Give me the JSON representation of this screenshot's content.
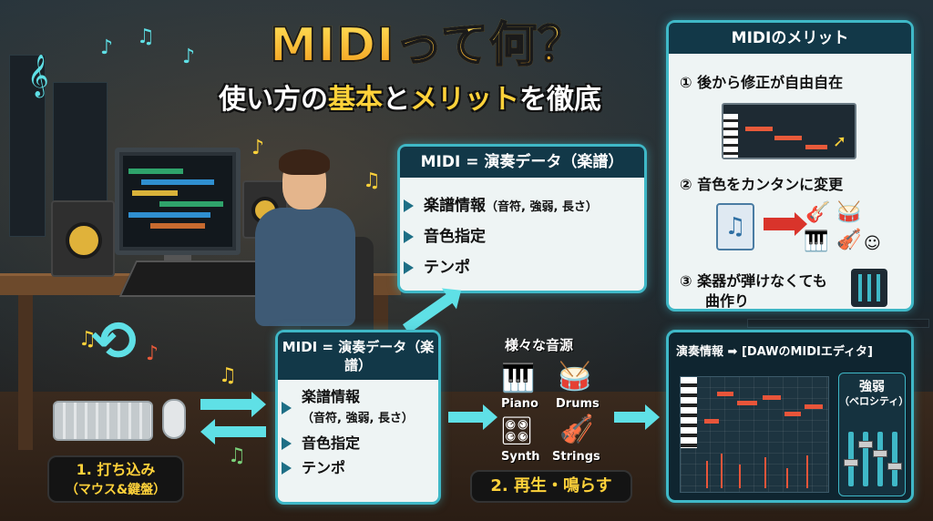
{
  "title": "MIDIって何？",
  "subtitle": {
    "part1": "使い方の",
    "part2": "基本",
    "part3": "と",
    "part4": "メリット",
    "part5": "を徹底"
  },
  "top_panel": {
    "heading": "MIDI = 演奏データ（楽譜）",
    "items": [
      {
        "label": "楽譜情報",
        "note": "（音符, 強弱, 長さ）"
      },
      {
        "label": "音色指定",
        "note": ""
      },
      {
        "label": "テンポ",
        "note": ""
      }
    ]
  },
  "low_panel": {
    "heading": "MIDI = 演奏データ（楽譜）",
    "items": [
      {
        "label": "楽譜情報",
        "note": "（音符, 強弱, 長さ）"
      },
      {
        "label": "音色指定",
        "note": ""
      },
      {
        "label": "テンポ",
        "note": ""
      }
    ]
  },
  "merits": {
    "heading": "MIDIのメリット",
    "items": [
      "① 後から修正が自由自在",
      "② 音色をカンタンに変更",
      "③ 楽器が弾けなくても",
      "曲作り"
    ]
  },
  "sounds": {
    "title": "様々な音源",
    "instruments": [
      {
        "label": "Piano",
        "icon": "piano-icon"
      },
      {
        "label": "Drums",
        "icon": "drums-icon"
      },
      {
        "label": "Synth",
        "icon": "synth-icon"
      },
      {
        "label": "Strings",
        "icon": "violin-icon"
      }
    ]
  },
  "steps": {
    "step1_line1": "1. 打ち込み",
    "step1_line2": "（マウス&鍵盤）",
    "step2": "2. 再生・鳴らす"
  },
  "daw": {
    "heading": "演奏情報 ➡ [DAWのMIDIエディタ]",
    "velocity_title": "強弱",
    "velocity_sub": "（ベロシティ）"
  },
  "colors": {
    "accent": "#3fb8c7",
    "title_gold": "#ffd23a",
    "panel_dark": "#123848"
  }
}
